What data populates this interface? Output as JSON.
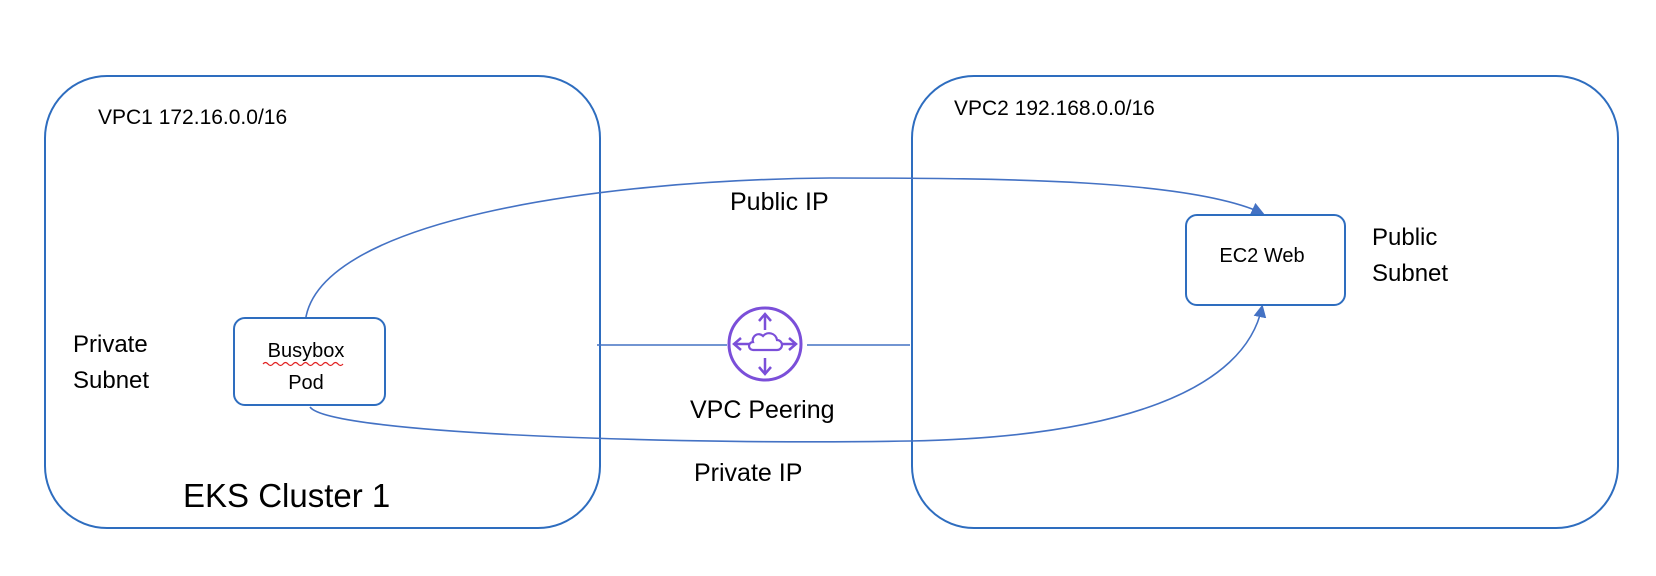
{
  "vpc1": {
    "label": "VPC1 172.16.0.0/16",
    "subnet_line1": "Private",
    "subnet_line2": "Subnet",
    "cluster_label": "EKS Cluster 1"
  },
  "vpc2": {
    "label": "VPC2 192.168.0.0/16",
    "subnet_line1": "Public",
    "subnet_line2": "Subnet"
  },
  "busybox_pod": {
    "line1": "Busybox",
    "line2": "Pod"
  },
  "ec2_web": {
    "label": "EC2 Web"
  },
  "peering": {
    "label": "VPC Peering",
    "icon": "vpc-peering-icon",
    "color": "#7b4fd9"
  },
  "connections": {
    "public_label": "Public IP",
    "private_label": "Private IP"
  },
  "colors": {
    "box_stroke": "#2e6dbf",
    "connector": "#4472c4",
    "spellcheck": "#e02020"
  }
}
